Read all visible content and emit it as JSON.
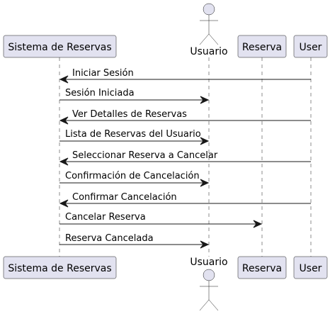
{
  "diagram": {
    "participants": [
      {
        "id": "sistema",
        "label": "Sistema de Reservas",
        "kind": "participant"
      },
      {
        "id": "usuario",
        "label": "Usuario",
        "kind": "actor"
      },
      {
        "id": "reserva",
        "label": "Reserva",
        "kind": "participant"
      },
      {
        "id": "user",
        "label": "User",
        "kind": "participant"
      }
    ],
    "messages": [
      {
        "from": "user",
        "to": "sistema",
        "text": "Iniciar Sesión"
      },
      {
        "from": "sistema",
        "to": "usuario",
        "text": "Sesión Iniciada"
      },
      {
        "from": "user",
        "to": "sistema",
        "text": "Ver Detalles de Reservas"
      },
      {
        "from": "sistema",
        "to": "usuario",
        "text": "Lista de Reservas del Usuario"
      },
      {
        "from": "user",
        "to": "sistema",
        "text": "Seleccionar Reserva a Cancelar"
      },
      {
        "from": "sistema",
        "to": "usuario",
        "text": "Confirmación de Cancelación"
      },
      {
        "from": "user",
        "to": "sistema",
        "text": "Confirmar Cancelación"
      },
      {
        "from": "sistema",
        "to": "reserva",
        "text": "Cancelar Reserva"
      },
      {
        "from": "sistema",
        "to": "usuario",
        "text": "Reserva Cancelada"
      }
    ],
    "colors": {
      "participant_fill": "#E2E2F0",
      "stroke": "#181818"
    }
  }
}
